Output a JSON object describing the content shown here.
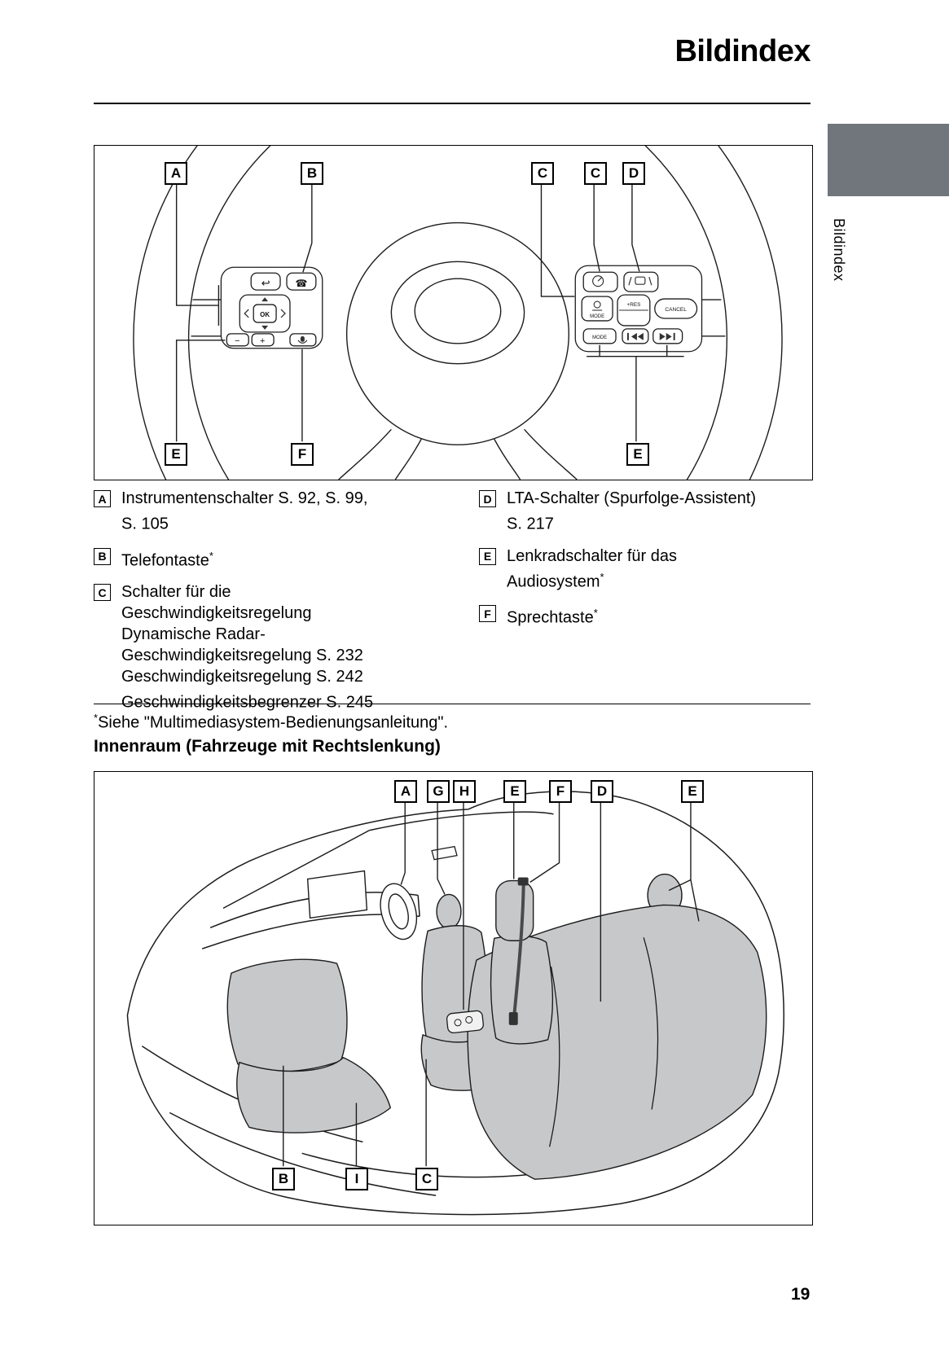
{
  "page": {
    "title": "Bildindex",
    "side_tab_label": "Bildindex",
    "page_number": "19",
    "footnote_sup": "*",
    "footnote_text": "Siehe \"Multimediasystem-Bedienungsanleitung\".",
    "section_heading": "Innenraum (Fahrzeuge mit Rechtslenkung)"
  },
  "figure1": {
    "top_labels": [
      "A",
      "B",
      "C",
      "C",
      "D"
    ],
    "bottom_labels": [
      "E",
      "F",
      "E"
    ],
    "buttons": {
      "ok": "OK",
      "mode_top": "MODE",
      "mode_bottom": "MODE",
      "cancel": "CANCEL",
      "res": "+RES"
    },
    "icons": {
      "back_arrow": "↩",
      "phone": "☎",
      "volume_down": "−",
      "volume_up": "+"
    }
  },
  "figure2": {
    "top_labels": [
      "A",
      "G",
      "H",
      "E",
      "F",
      "D",
      "E"
    ],
    "bottom_labels": [
      "B",
      "I",
      "C"
    ]
  },
  "legend": {
    "left": [
      {
        "key": "A",
        "text": "Instrumentenschalter S. 92, S. 99,\nS. 105",
        "sup": ""
      },
      {
        "key": "B",
        "text": "Telefontaste",
        "sup": "*"
      },
      {
        "key": "C",
        "text": "Schalter für die\nGeschwindigkeitsregelung\nDynamische Radar-\nGeschwindigkeitsregelung S. 232\nGeschwindigkeitsregelung S. 242\nGeschwindigkeitsbegrenzer S. 245",
        "sup": ""
      }
    ],
    "right": [
      {
        "key": "D",
        "text": "LTA-Schalter (Spurfolge-Assistent)\nS. 217",
        "sup": ""
      },
      {
        "key": "E",
        "text": "Lenkradschalter für das\nAudiosystem",
        "sup": "*"
      },
      {
        "key": "F",
        "text": "Sprechtaste",
        "sup": "*"
      }
    ]
  }
}
